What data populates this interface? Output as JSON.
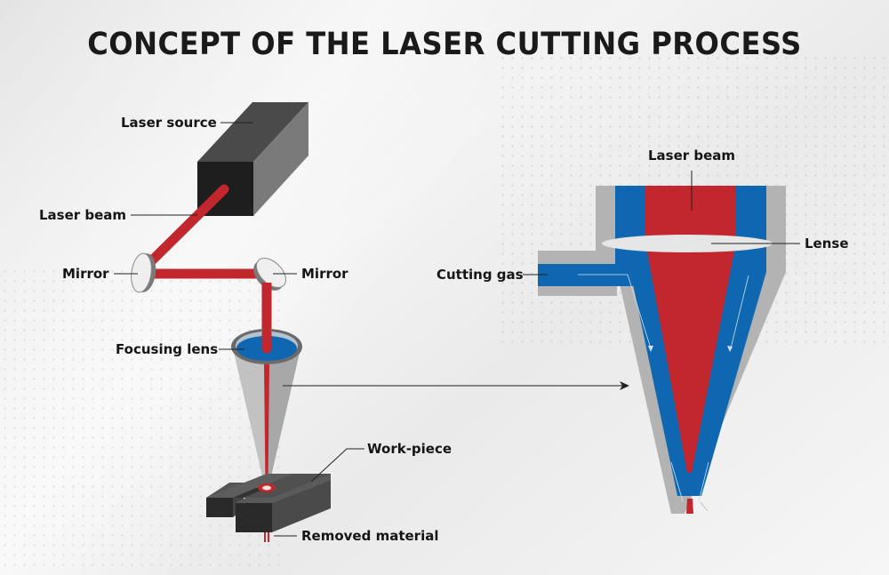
{
  "title": "CONCEPT OF THE LASER CUTTING PROCESS",
  "left_diagram": {
    "labels": {
      "laser_source": "Laser source",
      "laser_beam": "Laser beam",
      "mirror_left": "Mirror",
      "mirror_right": "Mirror",
      "focusing_lens": "Focusing lens",
      "work_piece": "Work-piece",
      "removed_material": "Removed material"
    }
  },
  "right_diagram": {
    "labels": {
      "laser_beam": "Laser beam",
      "lense": "Lense",
      "cutting_gas": "Cutting gas"
    }
  },
  "colors": {
    "beam_red": "#c1272d",
    "gas_blue": "#0f67b1",
    "nozzle_gray": "#b3b3b3",
    "block_dark": "#1e1e1e",
    "title_text": "#1a1a1a"
  }
}
